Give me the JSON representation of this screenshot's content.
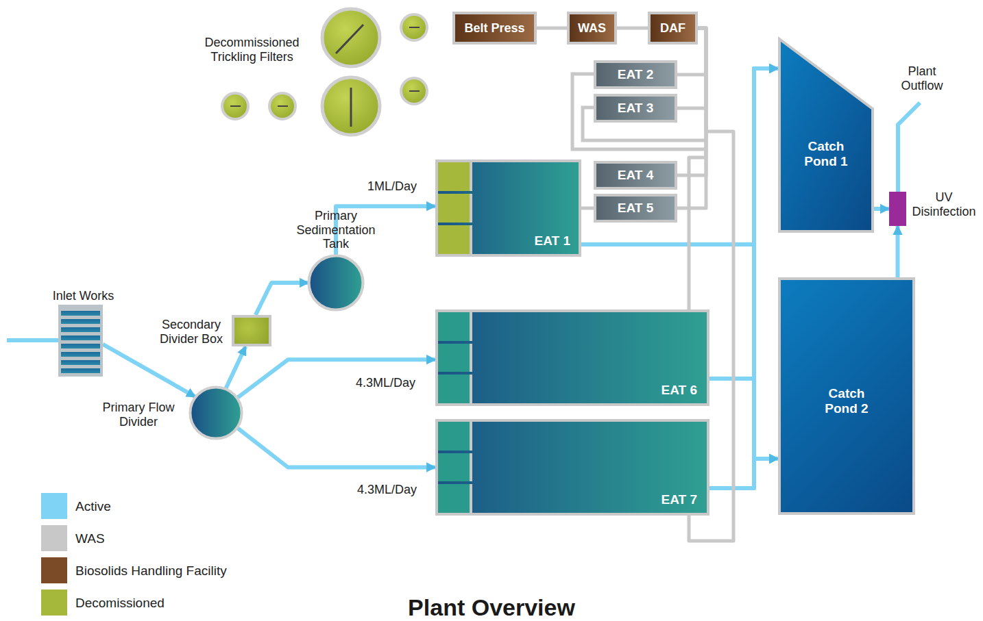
{
  "diagram": {
    "title": "Plant Overview",
    "nodes": [
      {
        "text": [
          "Inlet Works"
        ]
      },
      {
        "text": [
          "Primary Flow Divider"
        ]
      },
      {
        "text": [
          "Secondary Divider Box"
        ]
      },
      {
        "text": [
          "Primary Sedimentation Tank"
        ]
      },
      {
        "text": [
          "EAT 1"
        ]
      },
      {
        "text": [
          "EAT 6"
        ]
      },
      {
        "text": [
          "EAT 7"
        ]
      },
      {
        "text": [
          "EAT 2"
        ]
      },
      {
        "text": [
          "EAT 3"
        ]
      },
      {
        "text": [
          "EAT 4"
        ]
      },
      {
        "text": [
          "EAT 5"
        ]
      },
      {
        "text": [
          "Belt Press"
        ]
      },
      {
        "text": [
          "WAS"
        ]
      },
      {
        "text": [
          "DAF"
        ]
      },
      {
        "text": [
          "Catch Pond 1"
        ]
      },
      {
        "text": [
          "Catch Pond 2"
        ]
      },
      {
        "text": [
          "UV Disinfection"
        ]
      }
    ],
    "edges": [
      {
        "from": 0,
        "to": 1,
        "arrow": "to"
      },
      {
        "from": 1,
        "to": 2,
        "arrow": "to"
      },
      {
        "from": 2,
        "to": 3,
        "arrow": "to"
      },
      {
        "from": 3,
        "to": 4,
        "label": "1ML/Day",
        "arrow": "to"
      },
      {
        "from": 1,
        "to": 5,
        "label": "4.3ML/Day",
        "arrow": "to"
      },
      {
        "from": 1,
        "to": 6,
        "label": "4.3ML/Day",
        "arrow": "to"
      },
      {
        "from": 4,
        "to": 14,
        "arrow": "to"
      },
      {
        "from": 4,
        "to": 15,
        "arrow": "to"
      },
      {
        "from": 5,
        "to": 14,
        "arrow": "to"
      },
      {
        "from": 5,
        "to": 15,
        "arrow": "to"
      },
      {
        "from": 6,
        "to": 14,
        "arrow": "to"
      },
      {
        "from": 6,
        "to": 15,
        "arrow": "to"
      },
      {
        "from": 14,
        "to": 16,
        "arrow": "to"
      },
      {
        "from": 15,
        "to": 16,
        "arrow": "to"
      },
      {
        "from": 11,
        "to": 12,
        "arrow": "none"
      },
      {
        "from": 12,
        "to": 13,
        "arrow": "none"
      },
      {
        "from": 7,
        "to": 13,
        "arrow": "none"
      },
      {
        "from": 8,
        "to": 13,
        "arrow": "none"
      },
      {
        "from": 9,
        "to": 13,
        "arrow": "none"
      },
      {
        "from": 10,
        "to": 13,
        "arrow": "none"
      },
      {
        "from": 4,
        "to": 10,
        "arrow": "none"
      },
      {
        "from": 5,
        "to": 13,
        "arrow": "none"
      },
      {
        "from": 6,
        "to": 13,
        "arrow": "none"
      }
    ],
    "labels": [
      "Decommissioned Trickling Filters",
      "Plant Outflow"
    ],
    "legend": [
      {
        "text": "Active",
        "color": "#7fd3f5"
      },
      {
        "text": "WAS",
        "color": "#c8c8c8"
      },
      {
        "text": "Biosolids Handling Facility",
        "color": "#7b4a26"
      },
      {
        "text": "Decomissioned",
        "color": "#a6b83c"
      }
    ]
  }
}
